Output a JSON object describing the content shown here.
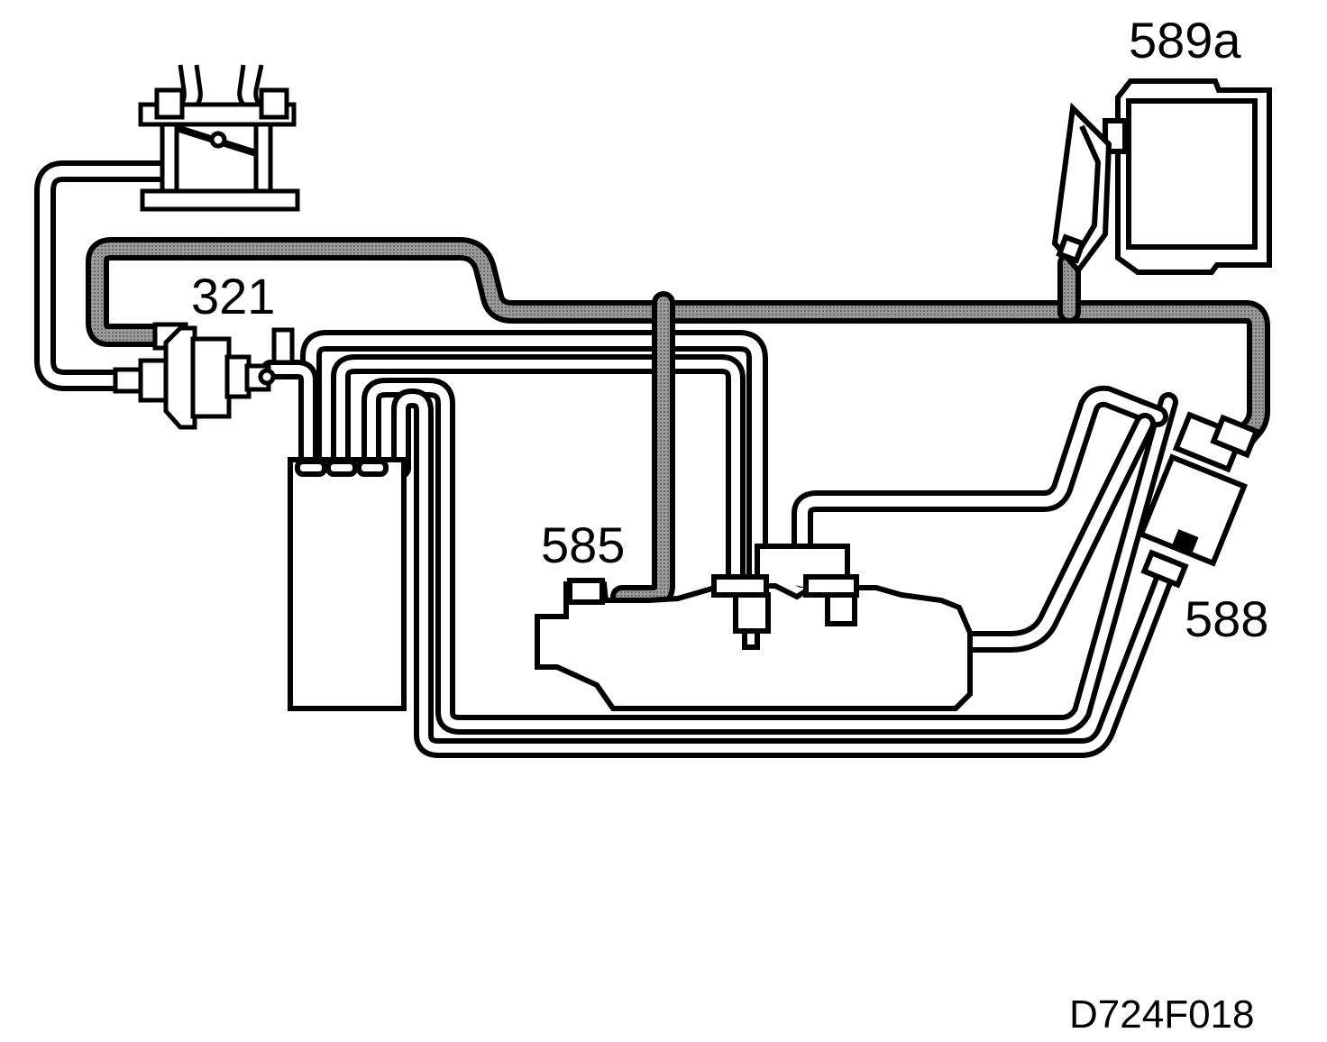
{
  "labels": {
    "valve": "321",
    "box": "589a",
    "canister_valve": "585",
    "pump": "588",
    "figure_code": "D724F018"
  },
  "colors": {
    "line": "#000000",
    "hose_dark_fill": "#8c8c8c",
    "hose_light_fill": "#ffffff",
    "background": "#ffffff"
  }
}
